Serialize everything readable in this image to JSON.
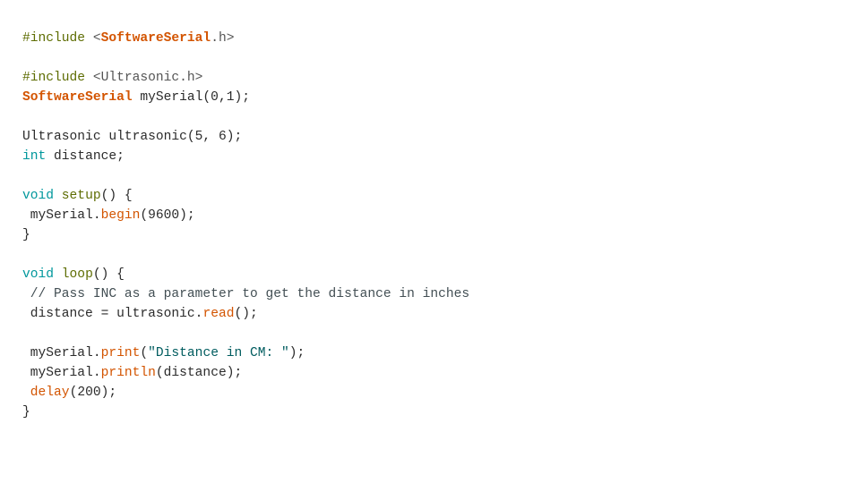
{
  "colors": {
    "preprocessor": "#5e6d03",
    "class": "#d35400",
    "keyword": "#00979c",
    "method": "#d35400",
    "string": "#005c5f",
    "comment": "#434f54"
  },
  "code_lines": [
    [
      [
        "#include",
        "pre"
      ],
      [
        " <",
        "angle"
      ],
      [
        "SoftwareSerial",
        "cls"
      ],
      [
        ".h>",
        "angle"
      ]
    ],
    [],
    [
      [
        "#include",
        "pre"
      ],
      [
        " <Ultrasonic.h>",
        "angle"
      ]
    ],
    [
      [
        "SoftwareSerial",
        "cls"
      ],
      [
        " mySerial(0,1);",
        "plain"
      ]
    ],
    [],
    [
      [
        "Ultrasonic ultrasonic(5, 6);",
        "plain"
      ]
    ],
    [
      [
        "int",
        "kw"
      ],
      [
        " distance;",
        "plain"
      ]
    ],
    [],
    [
      [
        "void",
        "kw"
      ],
      [
        " ",
        "plain"
      ],
      [
        "setup",
        "fn"
      ],
      [
        "() {",
        "plain"
      ]
    ],
    [
      [
        " mySerial.",
        "plain"
      ],
      [
        "begin",
        "method"
      ],
      [
        "(9600);",
        "plain"
      ]
    ],
    [
      [
        "}",
        "plain"
      ]
    ],
    [],
    [
      [
        "void",
        "kw"
      ],
      [
        " ",
        "plain"
      ],
      [
        "loop",
        "fn"
      ],
      [
        "() {",
        "plain"
      ]
    ],
    [
      [
        " // Pass INC as a parameter to get the distance in inches",
        "cmt"
      ]
    ],
    [
      [
        " distance = ultrasonic.",
        "plain"
      ],
      [
        "read",
        "method"
      ],
      [
        "();",
        "plain"
      ]
    ],
    [],
    [
      [
        " mySerial.",
        "plain"
      ],
      [
        "print",
        "method"
      ],
      [
        "(",
        "plain"
      ],
      [
        "\"Distance in CM: \"",
        "str"
      ],
      [
        ");",
        "plain"
      ]
    ],
    [
      [
        " mySerial.",
        "plain"
      ],
      [
        "println",
        "method"
      ],
      [
        "(distance);",
        "plain"
      ]
    ],
    [
      [
        " ",
        "plain"
      ],
      [
        "delay",
        "method"
      ],
      [
        "(200);",
        "plain"
      ]
    ],
    [
      [
        "}",
        "plain"
      ]
    ]
  ]
}
